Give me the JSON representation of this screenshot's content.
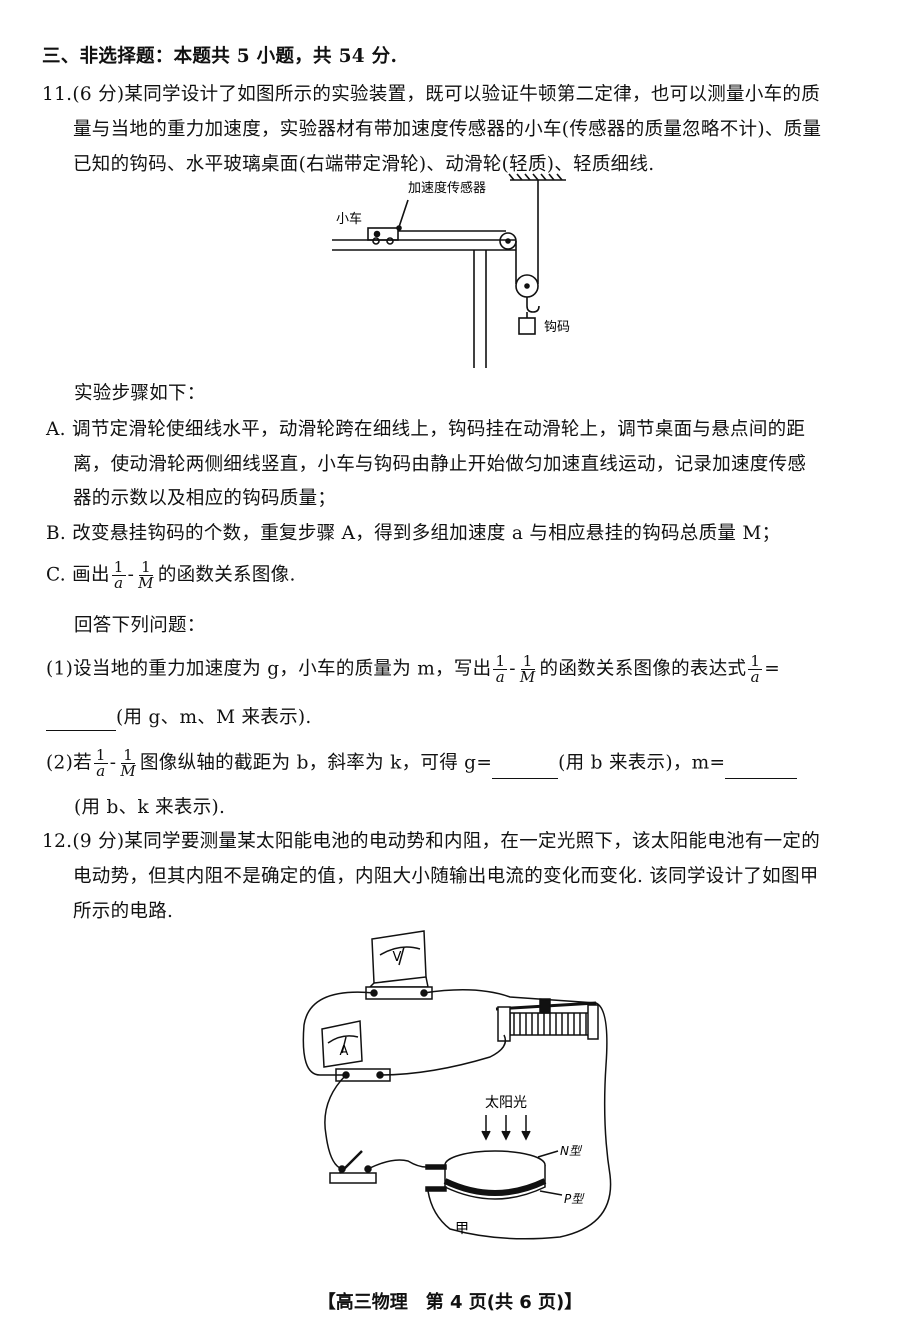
{
  "section_header": "三、非选择题：本题共 5 小题，共 54 分.",
  "q11": {
    "number": "11.",
    "line1": "(6 分)某同学设计了如图所示的实验装置，既可以验证牛顿第二定律，也可以测量小车的质",
    "line2": "量与当地的重力加速度，实验器材有带加速度传感器的小车(传感器的质量忽略不计)、质量",
    "line3": "已知的钩码、水平玻璃桌面(右端带定滑轮)、动滑轮(轻质)、轻质细线.",
    "figure": {
      "label_sensor": "加速度传感器",
      "label_cart": "小车",
      "label_weight": "钩码"
    },
    "steps_title": "实验步骤如下：",
    "step_a1": "A. 调节定滑轮使细线水平，动滑轮跨在细线上，钩码挂在动滑轮上，调节桌面与悬点间的距",
    "step_a2": "离，使动滑轮两侧细线竖直，小车与钩码由静止开始做匀加速直线运动，记录加速度传感",
    "step_a3": "器的示数以及相应的钩码质量；",
    "step_b": "B. 改变悬挂钩码的个数，重复步骤 A，得到多组加速度 a 与相应悬挂的钩码总质量 M；",
    "step_c_pre": "C. 画出",
    "step_c_post": "的函数关系图像.",
    "answer_title": "回答下列问题：",
    "p1_pre": "(1)设当地的重力加速度为 g，小车的质量为 m，写出",
    "p1_mid": "的函数关系图像的表达式",
    "p1_post": "=",
    "p1_line2": "(用 g、m、M 来表示).",
    "p2_pre": "(2)若",
    "p2_mid": "图像纵轴的截距为 b，斜率为 k，可得 g=",
    "p2_mid2": "(用 b 来表示)，m=",
    "p2_line2": "(用 b、k 来表示).",
    "frac_one": "1",
    "frac_a": "a",
    "frac_M": "M",
    "dash": "-"
  },
  "q12": {
    "number": "12.",
    "line1": "(9 分)某同学要测量某太阳能电池的电动势和内阻，在一定光照下，该太阳能电池有一定的",
    "line2": "电动势，但其内阻不是确定的值，内阻大小随输出电流的变化而变化. 该同学设计了如图甲",
    "line3": "所示的电路.",
    "figure": {
      "label_v": "V",
      "label_a": "A",
      "label_sunlight": "太阳光",
      "label_n": "N型",
      "label_p": "P型",
      "caption": "甲"
    }
  },
  "footer": "【高三物理　第 4 页(共 6 页)】"
}
